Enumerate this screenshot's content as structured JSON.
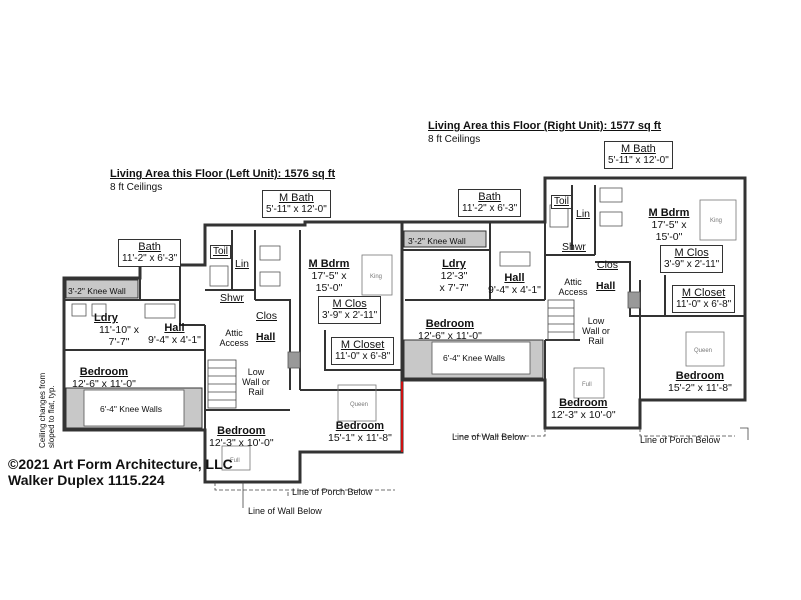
{
  "left_unit": {
    "area_title": "Living Area this Floor (Left Unit): 1576 sq ft",
    "ceilings": "8 ft Ceilings",
    "rooms": [
      {
        "name": "Bath",
        "dims": "11'-2\" x 6'-3\""
      },
      {
        "name": "M Bath",
        "dims": "5'-11\" x 12'-0\""
      },
      {
        "name": "M Bdrm",
        "dims": "17'-5\" x 15'-0\""
      },
      {
        "name": "M Clos",
        "dims": "3'-9\" x 2'-11\""
      },
      {
        "name": "M Closet",
        "dims": "11'-0\" x 6'-8\""
      },
      {
        "name": "Ldry",
        "dims": "11'-10\" x 7'-7\""
      },
      {
        "name": "Hall",
        "dims": "9'-4\" x 4'-1\""
      },
      {
        "name": "Bedroom",
        "dims": "12'-6\" x 11'-0\""
      },
      {
        "name": "Bedroom",
        "dims": "12'-3\" x 10'-0\""
      },
      {
        "name": "Bedroom",
        "dims": "15'-1\" x 11'-8\""
      }
    ],
    "small_labels": [
      "Toil",
      "Lin",
      "Shwr",
      "Clos",
      "Hall",
      "Attic Access",
      "Low Wall or Rail",
      "3'-2\" Knee Wall",
      "6'-4\" Knee Walls",
      "King",
      "Queen",
      "Full"
    ],
    "line_notes": [
      "Line of Porch Below",
      "Line of Wall Below"
    ],
    "side_note": "Ceiling changes from sloped to flat, typ."
  },
  "right_unit": {
    "area_title": "Living Area this Floor (Right Unit): 1577 sq ft",
    "ceilings": "8 ft Ceilings",
    "rooms": [
      {
        "name": "Bath",
        "dims": "11'-2\" x 6'-3\""
      },
      {
        "name": "M Bath",
        "dims": "5'-11\" x 12'-0\""
      },
      {
        "name": "M Bdrm",
        "dims": "17'-5\" x 15'-0\""
      },
      {
        "name": "M Clos",
        "dims": "3'-9\" x 2'-11\""
      },
      {
        "name": "M Closet",
        "dims": "11'-0\" x 6'-8\""
      },
      {
        "name": "Ldry",
        "dims": "12'-3\" x 7'-7\""
      },
      {
        "name": "Hall",
        "dims": "9'-4\" x 4'-1\""
      },
      {
        "name": "Bedroom",
        "dims": "12'-6\" x 11'-0\""
      },
      {
        "name": "Bedroom",
        "dims": "12'-3\" x 10'-0\""
      },
      {
        "name": "Bedroom",
        "dims": "15'-2\" x 11'-8\""
      }
    ],
    "small_labels": [
      "Toil",
      "Lin",
      "Shwr",
      "Clos",
      "Hall",
      "Attic Access",
      "Low Wall or Rail",
      "3'-2\" Knee Wall",
      "6'-4\" Knee Walls",
      "King",
      "Queen",
      "Full"
    ],
    "line_notes": [
      "Line of Wall Below",
      "Line of Porch Below"
    ]
  },
  "footer": {
    "copyright": "©2021 Art Form Architecture, LLC",
    "project": "Walker Duplex 1115.224"
  },
  "colors": {
    "wall": "#333333",
    "knee_wall_fill": "#c8c8c8",
    "party_line_blue": "#3333aa",
    "party_line_red": "#cc1111"
  }
}
